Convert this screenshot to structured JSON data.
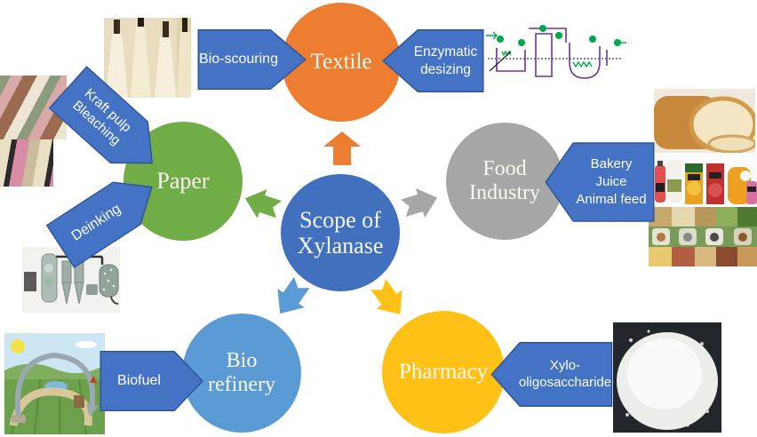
{
  "diagram": {
    "center": {
      "line1": "Scope of",
      "line2": "Xylanase",
      "color": "#4170BE"
    },
    "nodes": {
      "textile": {
        "label": "Textile",
        "color": "#ED7D31"
      },
      "food": {
        "line1": "Food",
        "line2": "Industry",
        "color": "#A6A6A6"
      },
      "paper": {
        "label": "Paper",
        "color": "#70AD47"
      },
      "biorefinery": {
        "line1": "Bio",
        "line2": "refinery",
        "color": "#5B9BD5"
      },
      "pharmacy": {
        "label": "Pharmacy",
        "color": "#FFC115"
      }
    },
    "callouts": {
      "bio_scouring": {
        "label": "Bio-scouring"
      },
      "enzymatic": {
        "line1": "Enzymatic",
        "line2": "desizing"
      },
      "kraft": {
        "line1": "Kraft pulp",
        "line2": "Bleaching"
      },
      "deinking": {
        "label": "Deinking"
      },
      "bakery": {
        "line1": "Bakery",
        "line2": "Juice",
        "line3": "Animal feed"
      },
      "biofuel": {
        "label": "Biofuel"
      },
      "xylo": {
        "line1": "Xylo-",
        "line2": "oligosaccharide"
      },
      "color": "#4472C4",
      "border_color": "#2E5395"
    },
    "connector_colors": {
      "to_textile": "#ED7D31",
      "to_paper": "#70AD47",
      "to_food": "#A6A6A6",
      "to_biorefinery": "#5B9BD5",
      "to_pharmacy": "#FFC115"
    },
    "images": {
      "yarn_spools": "yarn cones on spindles",
      "paper_rolls": "colored paper rolls",
      "pulp_machinery": "pulp deinking machinery",
      "biofuel_cycle": "biofuel production cycle illustration",
      "desizing_machine": "fabric desizing machine schematic",
      "bread": "loaf of white bread",
      "juice": "juice bottles and cartons",
      "animal_feed": "grains and animal feed collage",
      "powder": "white xylo-oligosaccharide powder"
    }
  }
}
